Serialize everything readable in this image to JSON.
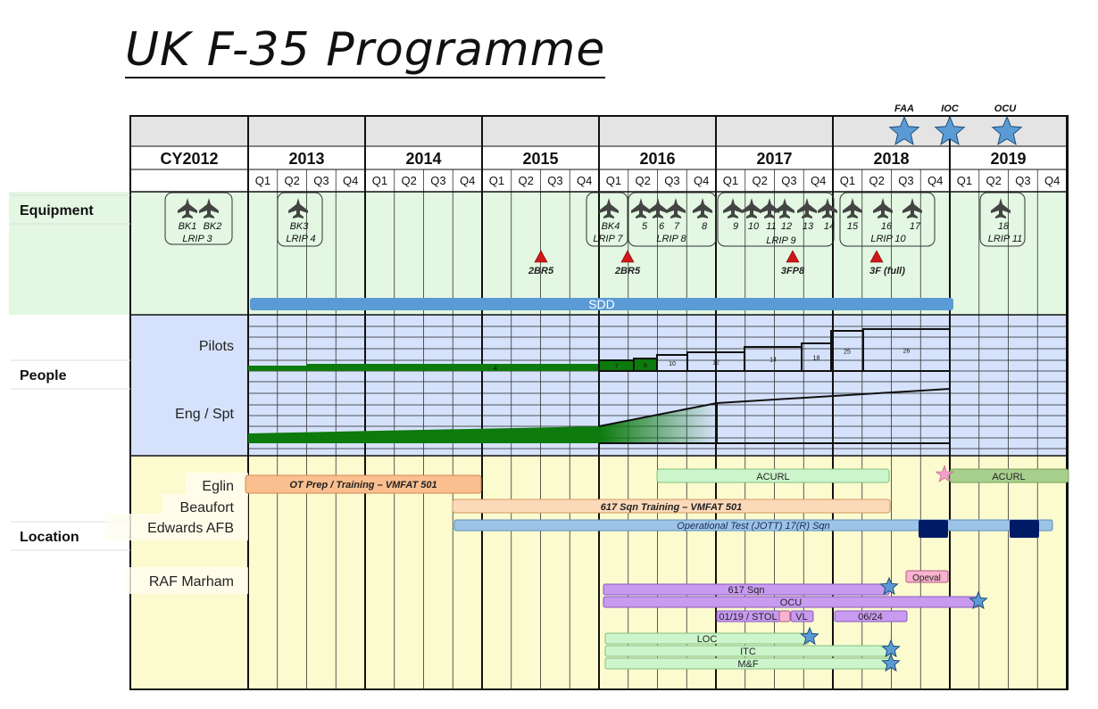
{
  "title": "UK F-35 Programme",
  "milestones_top": [
    "FAA",
    "IOC",
    "OCU"
  ],
  "years": [
    {
      "label": "CY2012"
    },
    {
      "label": "2013"
    },
    {
      "label": "2014"
    },
    {
      "label": "2015"
    },
    {
      "label": "2016"
    },
    {
      "label": "2017"
    },
    {
      "label": "2018"
    },
    {
      "label": "2019"
    }
  ],
  "quarters": [
    "Q1",
    "Q2",
    "Q3",
    "Q4"
  ],
  "sections": [
    "Equipment",
    "People",
    "Location"
  ],
  "people_rows": [
    "Pilots",
    "Eng / Spt"
  ],
  "location_rows": [
    "Eglin",
    "Beaufort",
    "Edwards AFB",
    "RAF Marham"
  ],
  "aircraft_groups": [
    {
      "numbers": [
        "BK1",
        "BK2"
      ],
      "lrip": "LRIP 3"
    },
    {
      "numbers": [
        "BK3"
      ],
      "lrip": "LRIP 4"
    },
    {
      "numbers": [
        "BK4"
      ],
      "lrip": "LRIP 7"
    },
    {
      "numbers": [
        "5",
        "6",
        "7",
        "8"
      ],
      "lrip": "LRIP 8"
    },
    {
      "numbers": [
        "9",
        "10",
        "11",
        "12",
        "13",
        "14"
      ],
      "lrip": "LRIP 9"
    },
    {
      "numbers": [
        "15",
        "16",
        "17"
      ],
      "lrip": "LRIP 10"
    },
    {
      "numbers": [
        "18"
      ],
      "lrip": "LRIP 11"
    }
  ],
  "software_milestones": [
    "2BR5",
    "2BR5",
    "3FP8",
    "3F (full)"
  ],
  "sdd_label": "SDD",
  "pilot_steps": [
    "4",
    "7",
    "8",
    "10",
    "12",
    "14",
    "18",
    "25",
    "26"
  ],
  "bars": {
    "ot_prep": "OT Prep / Training – VMFAT 501",
    "acurl_1": "ACURL",
    "acurl_2": "ACURL",
    "sqn_training": "617 Sqn Training – VMFAT 501",
    "op_test": "Operational Test (JOTT) 17(R) Sqn",
    "opeval": "Opeval",
    "sqn_617": "617 Sqn",
    "ocu": "OCU",
    "stol": "01/19 / STOL",
    "vl": "VL",
    "runway": "06/24",
    "loc": "LOC",
    "itc": "ITC",
    "mf": "M&F"
  }
}
